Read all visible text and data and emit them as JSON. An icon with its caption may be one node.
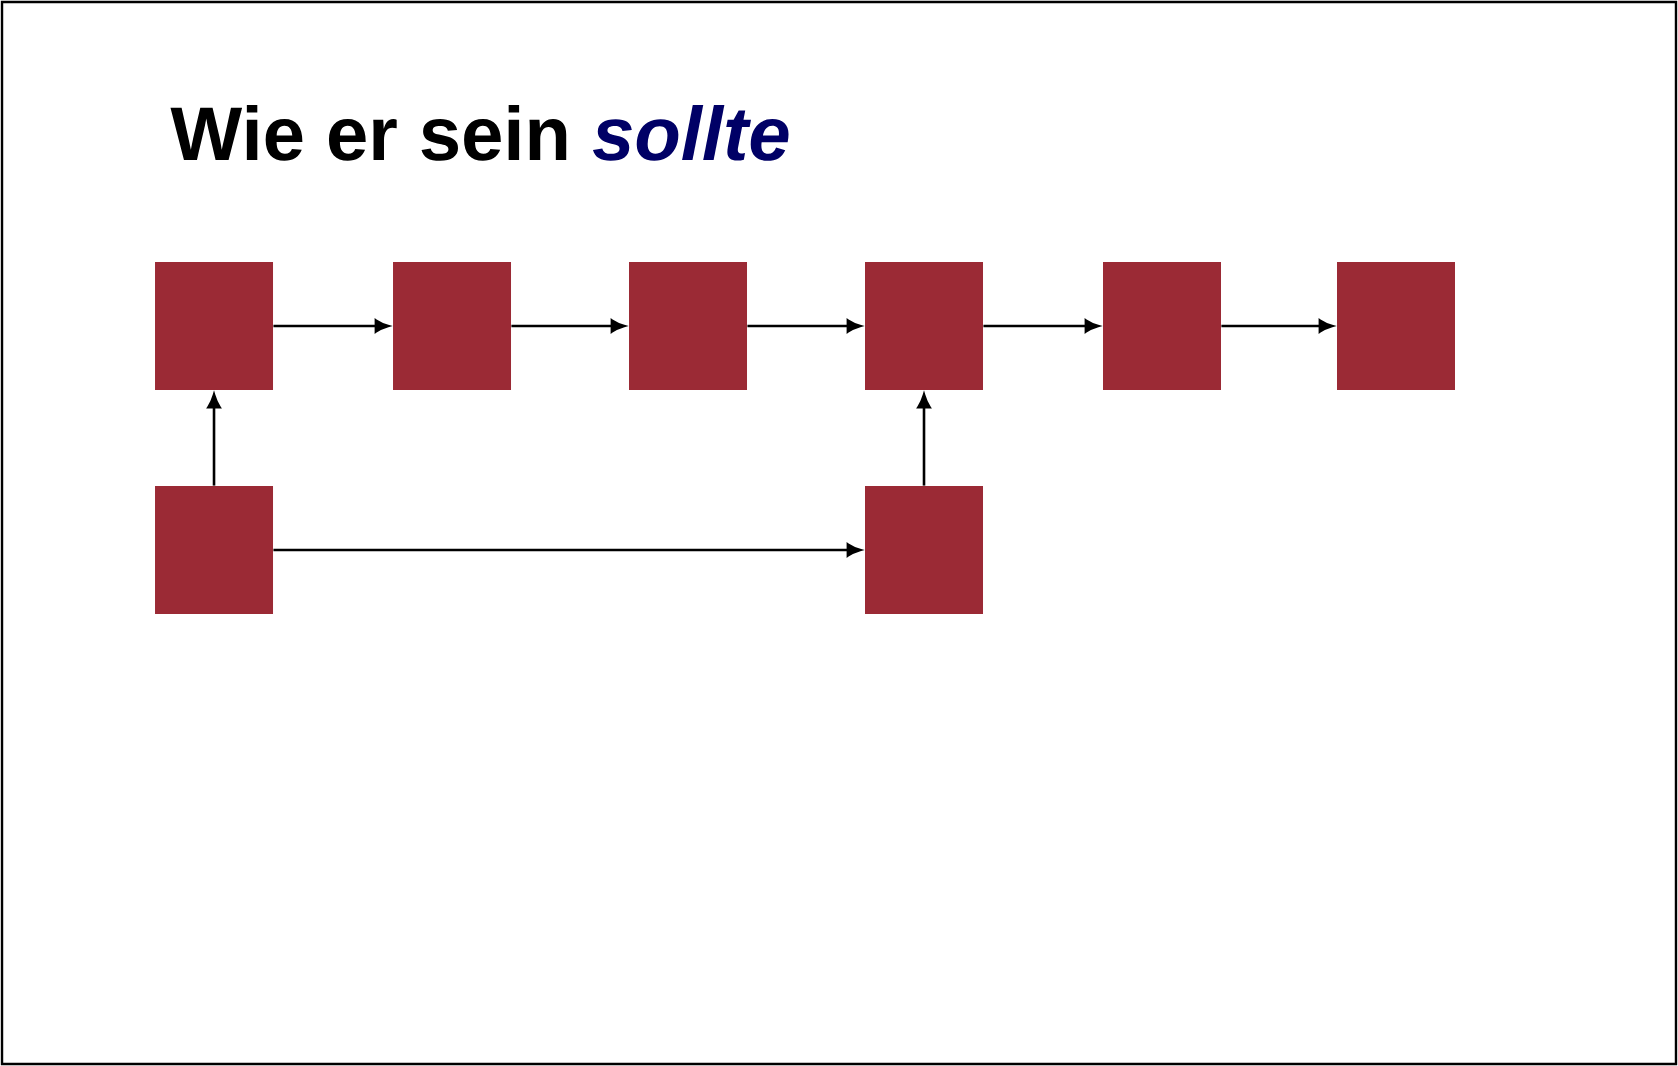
{
  "diagram": {
    "title": "Wie er sein *sollte*",
    "nodes": [
      {
        "text": [],
        "shape": "box"
      },
      {
        "text": [],
        "shape": "box"
      },
      {
        "text": [],
        "shape": "box"
      },
      {
        "text": [],
        "shape": "box"
      },
      {
        "text": [],
        "shape": "box"
      },
      {
        "text": [],
        "shape": "box"
      },
      {
        "text": [],
        "shape": "box"
      },
      {
        "text": [],
        "shape": "box"
      }
    ],
    "edges": [
      {
        "from": 0,
        "to": 1,
        "arrow": "to"
      },
      {
        "from": 1,
        "to": 2,
        "arrow": "to"
      },
      {
        "from": 2,
        "to": 3,
        "arrow": "to"
      },
      {
        "from": 3,
        "to": 4,
        "arrow": "to"
      },
      {
        "from": 4,
        "to": 5,
        "arrow": "to"
      },
      {
        "from": 6,
        "to": 0,
        "arrow": "to"
      },
      {
        "from": 6,
        "to": 7,
        "arrow": "to"
      },
      {
        "from": 7,
        "to": 3,
        "arrow": "to"
      }
    ]
  }
}
